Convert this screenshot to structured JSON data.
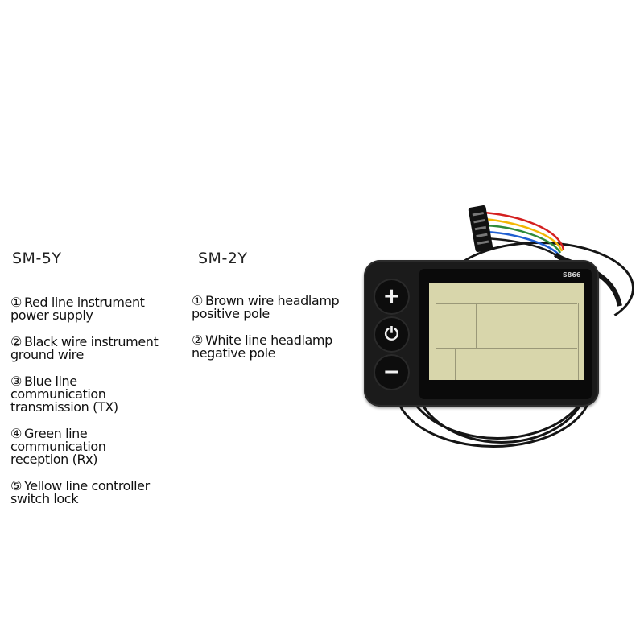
{
  "sm5y": {
    "title": "SM-5Y",
    "items": [
      {
        "num": "①",
        "line1": "Red line instrument",
        "line2": "power supply"
      },
      {
        "num": "②",
        "line1": "Black wire instrument",
        "line2": "ground wire"
      },
      {
        "num": "③",
        "line1": "Blue line",
        "line2": "communication",
        "line3": "transmission (TX)"
      },
      {
        "num": "④",
        "line1": "Green line",
        "line2": "communication",
        "line3": "reception (Rx)"
      },
      {
        "num": "⑤",
        "line1": "Yellow line controller",
        "line2": "switch lock"
      }
    ]
  },
  "sm2y": {
    "title": "SM-2Y",
    "items": [
      {
        "num": "①",
        "line1": "Brown wire headlamp",
        "line2": "positive pole"
      },
      {
        "num": "②",
        "line1": "White line headlamp",
        "line2": "negative pole"
      }
    ]
  },
  "device": {
    "model_label": "S866",
    "buttons": {
      "plus": "+",
      "power": "⏻",
      "minus": "−"
    },
    "wire_colors": [
      "#f2b705",
      "#2e8b3a",
      "#1f5fd1",
      "#1a1a1a",
      "#d42020",
      "#8b5a2b"
    ],
    "body_color": "#1b1b1b",
    "lcd_color": "#d8d6ab"
  }
}
